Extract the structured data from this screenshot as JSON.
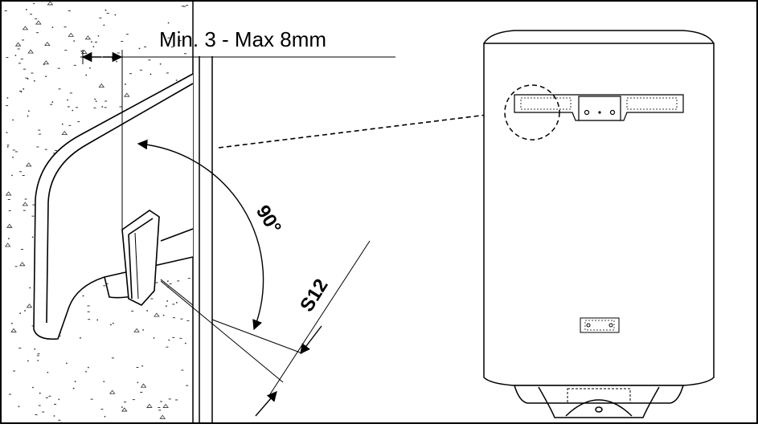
{
  "labels": {
    "gap": "Min. 3 - Max 8mm",
    "angle": "90°",
    "bolt": "S12"
  },
  "colors": {
    "line": "#000000",
    "background": "#ffffff",
    "wall_speckle": "#333333"
  }
}
